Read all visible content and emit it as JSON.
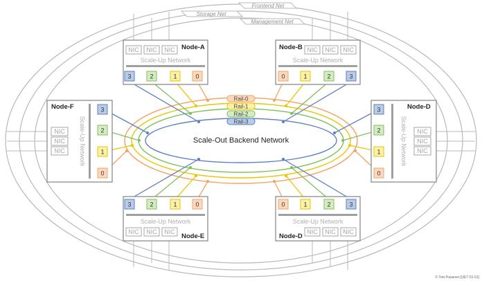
{
  "colors": {
    "outer_ring": "#b8b8b8",
    "node_border": "#8c8c8c",
    "nic_border": "#a6a6a6",
    "rail_0": "#f4a261",
    "rail_1": "#e9c400",
    "rail_2": "#7fbf5a",
    "rail_3": "#5b7fc4",
    "rail_3_fill": "#b8cce8",
    "rail_2_fill": "#d4ebc4",
    "rail_1_fill": "#fbf1a8",
    "rail_0_fill": "#fbd9bf"
  },
  "outer_networks": {
    "frontend": "Frontend Net",
    "storage": "Storage Net",
    "management": "Management Net"
  },
  "backend_label": "Scale-Out Backend Network",
  "rails": [
    "Rail-0",
    "Rail-1",
    "Rail-2",
    "Rail-3"
  ],
  "nic_label": "NIC",
  "scaleup_label": "Scale-Up Network",
  "nodes": {
    "A": {
      "name": "Node-A",
      "ports": [
        "3",
        "2",
        "1",
        "0"
      ]
    },
    "B": {
      "name": "Node-B",
      "ports": [
        "0",
        "1",
        "2",
        "3"
      ]
    },
    "D_right": {
      "name": "Node-D",
      "ports": [
        "3",
        "2",
        "1",
        "0"
      ]
    },
    "E": {
      "name": "Node-E",
      "ports": [
        "3",
        "2",
        "1",
        "0"
      ]
    },
    "D_bottom": {
      "name": "Node-D",
      "ports": [
        "0",
        "1",
        "2",
        "3"
      ]
    },
    "F": {
      "name": "Node-F",
      "ports": [
        "3",
        "2",
        "1",
        "0"
      ]
    }
  },
  "copyright": "© Toni Pasanen [UET-01-01]"
}
